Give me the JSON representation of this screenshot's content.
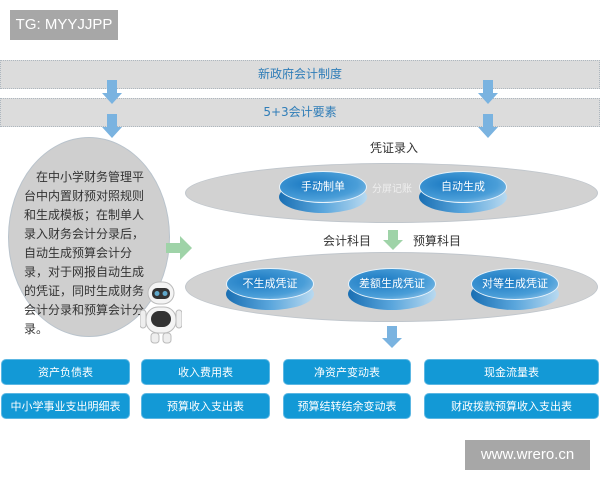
{
  "watermark_top": "TG: MYYJJPP",
  "watermark_bottom": "www.wrero.cn",
  "bars": [
    "新政府会计制度",
    "5+3会计要素"
  ],
  "description": "在中小学财务管理平台中内置财预对照规则和生成模板；在制单人录入财务会计分录后，自动生成预算会计分录，对于网报自动生成的凭证，同时生成财务会计分录和预算会计分录。",
  "voucher_entry": {
    "title": "凭证录入",
    "items": [
      "手动制单",
      "自动生成"
    ],
    "middle_label": "分屏记账"
  },
  "subjects": {
    "left": "会计科目",
    "right": "预算科目"
  },
  "generation": {
    "items": [
      "不生成凭证",
      "差额生成凭证",
      "对等生成凭证"
    ]
  },
  "reports": [
    [
      "资产负债表",
      "收入费用表",
      "净资产变动表",
      "现金流量表"
    ],
    [
      "中小学事业支出明细表",
      "预算收入支出表",
      "预算结转结余变动表",
      "财政拨款预算收入支出表"
    ]
  ],
  "colors": {
    "blue_arrow": "#7ab3e0",
    "green_arrow": "#9fd3a8",
    "button": "#1399d6",
    "bar_text": "#2f7db8"
  }
}
